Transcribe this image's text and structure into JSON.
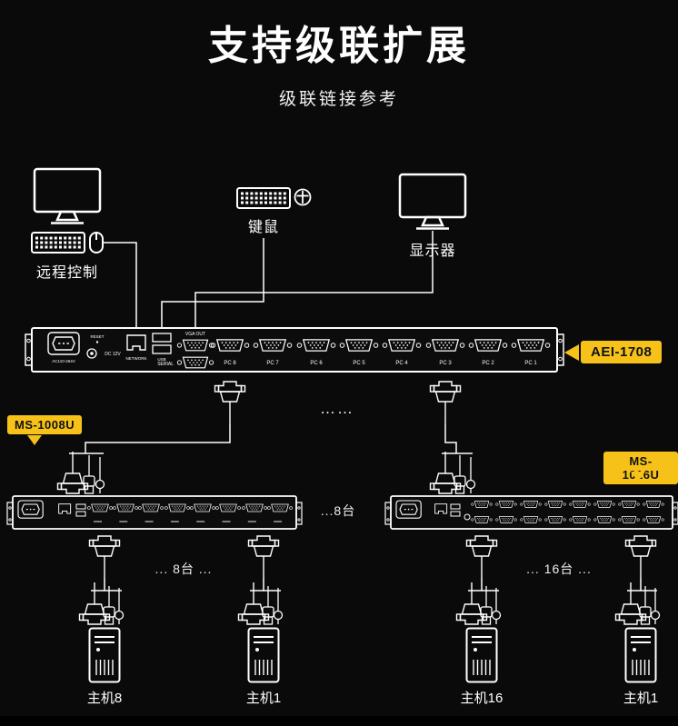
{
  "page": {
    "title": "支持级联扩展",
    "subtitle": "级联链接参考"
  },
  "peripherals": {
    "remote_label": "远程控制",
    "keyboard_mouse_label": "键鼠",
    "monitor_label": "显示器"
  },
  "badges": {
    "main_switch": "AEI-1708",
    "left_switch": "MS-1008U",
    "right_switch": "MS-1016U"
  },
  "main_switch": {
    "ac_label": "AC110-264V",
    "reset_label": "RESET",
    "dc_label": "DC 12V",
    "network_label": "NETWORK",
    "usb_label": "USB",
    "vga_out_label": "VGA OUT",
    "serial_label": "SERIAL",
    "ports": [
      "PC 8",
      "PC 7",
      "PC 6",
      "PC 5",
      "PC 4",
      "PC 3",
      "PC 2",
      "PC 1"
    ]
  },
  "cascade": {
    "ellipsis": "……",
    "left_chain_count": "...8台",
    "left_group_count": "... 8台 ...",
    "right_group_count": "... 16台 ..."
  },
  "hosts": {
    "left_last": "主机8",
    "left_first": "主机1",
    "right_last": "主机16",
    "right_first": "主机1"
  },
  "colors": {
    "accent": "#f6c21a",
    "background": "#0a0a0a"
  }
}
